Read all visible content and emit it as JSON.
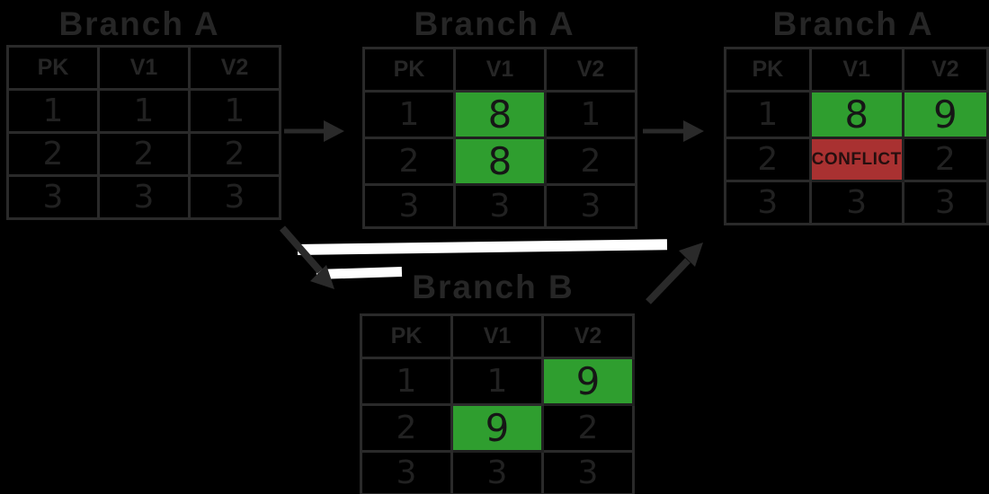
{
  "theme": {
    "background": "#000000",
    "line": "#2a2a2a",
    "text": "#262626",
    "cell_text": "#212121",
    "number_text": "#161616",
    "conflict_text": "#260f0f",
    "green": "#2f9e2f",
    "red": "#a93131",
    "white": "#ffffff"
  },
  "tables": [
    {
      "title": "Branch A",
      "columns": [
        "PK",
        "V1",
        "V2"
      ],
      "rows": [
        [
          {
            "v": "1"
          },
          {
            "v": "1"
          },
          {
            "v": "1"
          }
        ],
        [
          {
            "v": "2"
          },
          {
            "v": "2"
          },
          {
            "v": "2"
          }
        ],
        [
          {
            "v": "3"
          },
          {
            "v": "3"
          },
          {
            "v": "3"
          }
        ]
      ]
    },
    {
      "title": "Branch A",
      "columns": [
        "PK",
        "V1",
        "V2"
      ],
      "rows": [
        [
          {
            "v": "1"
          },
          {
            "v": "8",
            "highlight": "green"
          },
          {
            "v": "1"
          }
        ],
        [
          {
            "v": "2"
          },
          {
            "v": "8",
            "highlight": "green"
          },
          {
            "v": "2"
          }
        ],
        [
          {
            "v": "3"
          },
          {
            "v": "3"
          },
          {
            "v": "3"
          }
        ]
      ]
    },
    {
      "title": "Branch A",
      "columns": [
        "PK",
        "V1",
        "V2"
      ],
      "rows": [
        [
          {
            "v": "1"
          },
          {
            "v": "8",
            "highlight": "green"
          },
          {
            "v": "9",
            "highlight": "green"
          }
        ],
        [
          {
            "v": "2"
          },
          {
            "v": "CONFLICT",
            "highlight": "red"
          },
          {
            "v": "2"
          }
        ],
        [
          {
            "v": "3"
          },
          {
            "v": "3"
          },
          {
            "v": "3"
          }
        ]
      ]
    },
    {
      "title": "Branch B",
      "columns": [
        "PK",
        "V1",
        "V2"
      ],
      "rows": [
        [
          {
            "v": "1"
          },
          {
            "v": "1"
          },
          {
            "v": "9",
            "highlight": "green"
          }
        ],
        [
          {
            "v": "2"
          },
          {
            "v": "9",
            "highlight": "green"
          },
          {
            "v": "2"
          }
        ],
        [
          {
            "v": "3"
          },
          {
            "v": "3"
          },
          {
            "v": "3"
          }
        ]
      ]
    }
  ]
}
